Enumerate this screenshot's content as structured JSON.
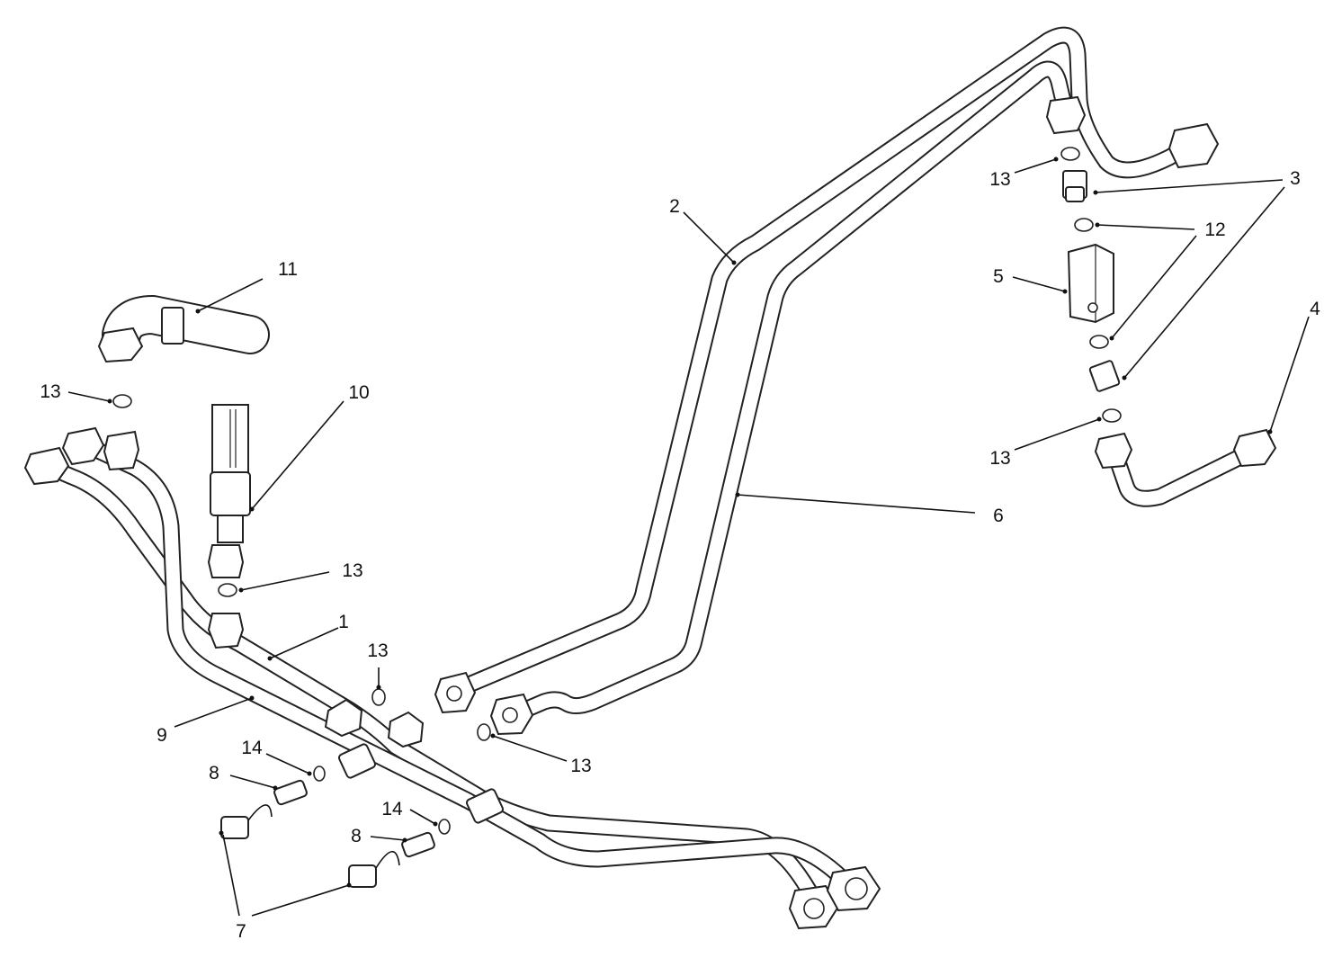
{
  "figure": {
    "background": "#ffffff",
    "line_color": "#222222"
  },
  "callouts": [
    {
      "id": "c1",
      "label": "1"
    },
    {
      "id": "c2",
      "label": "2"
    },
    {
      "id": "c3",
      "label": "3"
    },
    {
      "id": "c4",
      "label": "4"
    },
    {
      "id": "c5",
      "label": "5"
    },
    {
      "id": "c6",
      "label": "6"
    },
    {
      "id": "c7",
      "label": "7"
    },
    {
      "id": "c8a",
      "label": "8"
    },
    {
      "id": "c8b",
      "label": "8"
    },
    {
      "id": "c9",
      "label": "9"
    },
    {
      "id": "c10",
      "label": "10"
    },
    {
      "id": "c11",
      "label": "11"
    },
    {
      "id": "c12",
      "label": "12"
    },
    {
      "id": "c13a",
      "label": "13"
    },
    {
      "id": "c13b",
      "label": "13"
    },
    {
      "id": "c13c",
      "label": "13"
    },
    {
      "id": "c13d",
      "label": "13"
    },
    {
      "id": "c13e",
      "label": "13"
    },
    {
      "id": "c13f",
      "label": "13"
    },
    {
      "id": "c14a",
      "label": "14"
    },
    {
      "id": "c14b",
      "label": "14"
    }
  ]
}
